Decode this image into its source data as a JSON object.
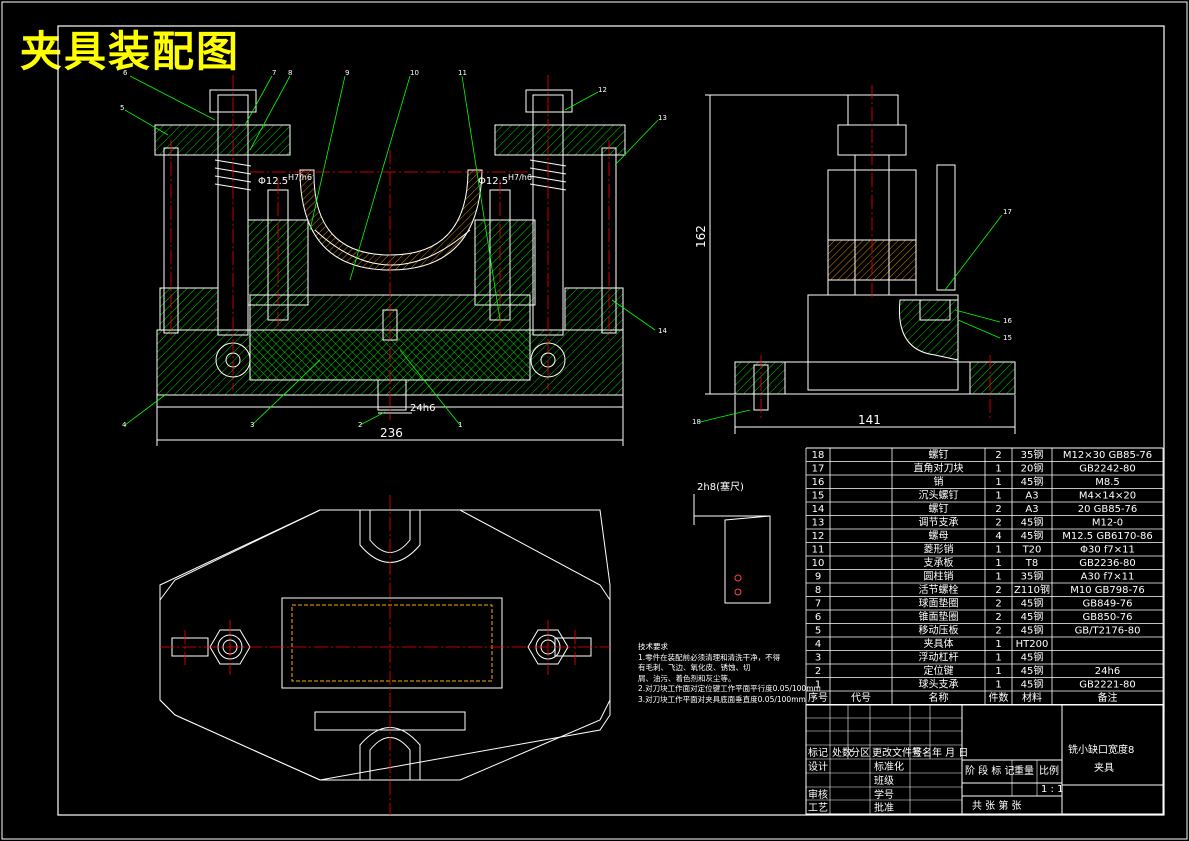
{
  "title": "夹具装配图",
  "dimensions": {
    "width_front": "236",
    "width_side": "141",
    "height_side": "162",
    "fit_left": "Φ12.5",
    "fit_left_tol": "H7/h6",
    "fit_right": "Φ12.5",
    "fit_right_tol": "H7/h6",
    "key_fit": "24h6",
    "gauge": "2h8(塞尺)"
  },
  "part_labels_front": [
    "6",
    "5",
    "7",
    "8",
    "9",
    "10",
    "11",
    "12",
    "13",
    "14",
    "4",
    "3",
    "2",
    "1"
  ],
  "part_labels_side": [
    "17",
    "16",
    "15",
    "18"
  ],
  "tech_notes": {
    "heading": "技术要求",
    "lines": [
      "1.零件在装配前必须清理和清洗干净，不得",
      "  有毛刺、飞边、氧化皮、锈蚀、切",
      "  屑、油污、着色剂和灰尘等。",
      "2.对刀块工作面对定位键工作平面平行度0.05/100mm",
      "3.对刀块工作平面对夹具底面垂直度0.05/100mm"
    ]
  },
  "bom_headers": [
    "序号",
    "代号",
    "名称",
    "件数",
    "材料",
    "备注"
  ],
  "bom_rows": [
    {
      "no": "18",
      "name": "螺钉",
      "qty": "2",
      "mat": "35钢",
      "note": "M12×30 GB85-76"
    },
    {
      "no": "17",
      "name": "直角对刀块",
      "qty": "1",
      "mat": "20钢",
      "note": "GB2242-80"
    },
    {
      "no": "16",
      "name": "销",
      "qty": "1",
      "mat": "45钢",
      "note": "M8.5"
    },
    {
      "no": "15",
      "name": "沉头螺钉",
      "qty": "1",
      "mat": "A3",
      "note": "M4×14×20"
    },
    {
      "no": "14",
      "name": "螺钉",
      "qty": "2",
      "mat": "A3",
      "note": "20 GB85-76"
    },
    {
      "no": "13",
      "name": "调节支承",
      "qty": "2",
      "mat": "45钢",
      "note": "M12-0"
    },
    {
      "no": "12",
      "name": "螺母",
      "qty": "4",
      "mat": "45钢",
      "note": "M12.5 GB6170-86"
    },
    {
      "no": "11",
      "name": "菱形销",
      "qty": "1",
      "mat": "T20",
      "note": "Φ30 f7×11"
    },
    {
      "no": "10",
      "name": "支承板",
      "qty": "1",
      "mat": "T8",
      "note": "GB2236-80"
    },
    {
      "no": "9",
      "name": "圆柱销",
      "qty": "1",
      "mat": "35钢",
      "note": "A30 f7×11"
    },
    {
      "no": "8",
      "name": "活节螺栓",
      "qty": "2",
      "mat": "Z110钢",
      "note": "M10 GB798-76"
    },
    {
      "no": "7",
      "name": "球面垫圈",
      "qty": "2",
      "mat": "45钢",
      "note": "GB849-76"
    },
    {
      "no": "6",
      "name": "锥面垫圈",
      "qty": "2",
      "mat": "45钢",
      "note": "GB850-76"
    },
    {
      "no": "5",
      "name": "移动压板",
      "qty": "2",
      "mat": "45钢",
      "note": "GB/T2176-80"
    },
    {
      "no": "4",
      "name": "夹具体",
      "qty": "1",
      "mat": "HT200",
      "note": ""
    },
    {
      "no": "3",
      "name": "浮动杠杆",
      "qty": "1",
      "mat": "45钢",
      "note": ""
    },
    {
      "no": "2",
      "name": "定位键",
      "qty": "1",
      "mat": "45钢",
      "note": "24h6"
    },
    {
      "no": "1",
      "name": "球头支承",
      "qty": "1",
      "mat": "45钢",
      "note": "GB2221-80"
    }
  ],
  "title_block": {
    "drawing_name_line1": "铣小缺口宽度8",
    "drawing_name_line2": "夹具",
    "row_marks": [
      "标记",
      "处数",
      "分区",
      "更改文件号",
      "签名",
      "年 月 日"
    ],
    "design": "设计",
    "standard": "标准化",
    "check": "审核",
    "process": "工艺",
    "class": "班级",
    "student_no": "学号",
    "approve": "批准",
    "stage": "阶 段 标 记",
    "weight": "重量",
    "scale_label": "比例",
    "scale": "1 : 1",
    "sheets": "共   张  第   张"
  },
  "colors": {
    "frame": "#ffffff",
    "center": "#ff0000",
    "part": "#ffffff",
    "hatch": "#00ff00",
    "title": "#ffff00",
    "bg": "#000000"
  }
}
